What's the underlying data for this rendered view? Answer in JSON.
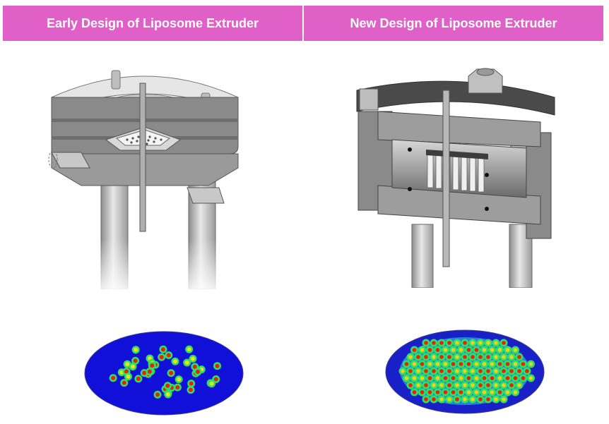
{
  "header": {
    "left_title": "Early Design of Liposome Extruder",
    "right_title": "New Design of Liposome Extruder"
  },
  "colors": {
    "accent": "#e060c8",
    "metal_dark": "#5a5a5a",
    "metal_mid": "#9a9a9a",
    "metal_light": "#d0d0d0",
    "sim_low": "#1010d8",
    "sim_mid": "#30e060",
    "sim_high": "#e82010"
  },
  "figures": {
    "early_cad": "early-extruder-cross-section",
    "new_cad": "new-extruder-cross-section",
    "early_flow": "early-flow-distribution-contour",
    "new_flow": "new-flow-distribution-contour"
  }
}
